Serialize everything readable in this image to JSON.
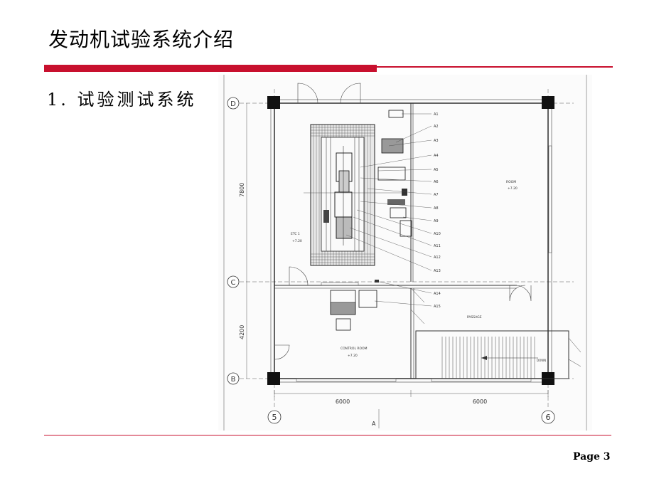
{
  "slide": {
    "title": "发动机试验系统介绍",
    "subtitle": "1. 试验测试系统",
    "page_label": "Page 3",
    "accent_color": "#c8102e"
  },
  "drawing": {
    "grid_rows": [
      "D",
      "C",
      "B"
    ],
    "grid_cols": [
      "5",
      "6"
    ],
    "dim_vertical": [
      "7800",
      "4200"
    ],
    "dim_horizontal": [
      "6000",
      "6000"
    ],
    "bottom_mark": "A",
    "callouts": [
      "A1",
      "A2",
      "A3",
      "A4",
      "A5",
      "A6",
      "A7",
      "A8",
      "A9",
      "A10",
      "A11",
      "A12",
      "A13",
      "A14",
      "A15"
    ],
    "rooms": {
      "room_label": "ROOM",
      "room_level": "+7.20",
      "etc_label": "ETC 1",
      "etc_level": "+7.20",
      "passage_label": "PASSAGE",
      "control_label": "CONTROL ROOM",
      "control_level": "+7.20",
      "down_label": "DOWN"
    }
  }
}
